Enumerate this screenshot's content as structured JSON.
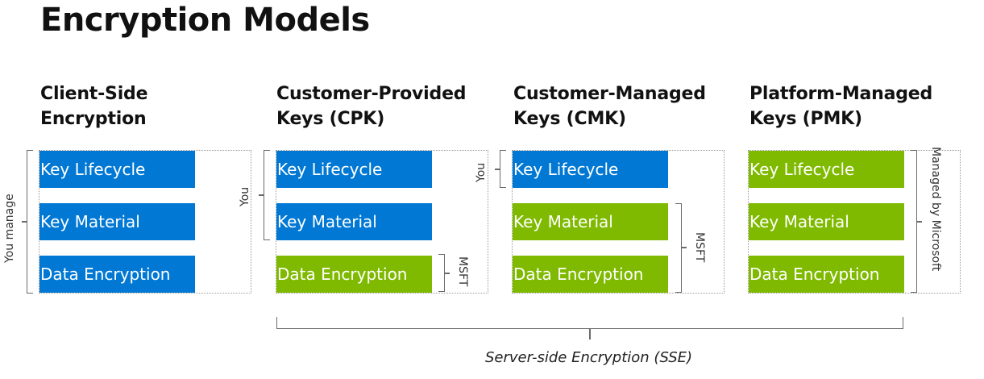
{
  "title": "Encryption Models",
  "columns": [
    {
      "title_line1": "Client-Side",
      "title_line2": "Encryption",
      "boxes": [
        "Key Lifecycle",
        "Key Material",
        "Data Encryption"
      ],
      "colors": [
        "blue",
        "blue",
        "blue"
      ],
      "labels": [
        "You manage"
      ]
    },
    {
      "title_line1": "Customer-Provided",
      "title_line2": "Keys (CPK)",
      "boxes": [
        "Key Lifecycle",
        "Key Material",
        "Data Encryption"
      ],
      "colors": [
        "blue",
        "blue",
        "green"
      ],
      "labels": [
        "You",
        "MSFT"
      ]
    },
    {
      "title_line1": "Customer-Managed",
      "title_line2": "Keys (CMK)",
      "boxes": [
        "Key Lifecycle",
        "Key Material",
        "Data Encryption"
      ],
      "colors": [
        "blue",
        "green",
        "green"
      ],
      "labels": [
        "You",
        "MSFT"
      ]
    },
    {
      "title_line1": "Platform-Managed",
      "title_line2": "Keys (PMK)",
      "boxes": [
        "Key Lifecycle",
        "Key Material",
        "Data Encryption"
      ],
      "colors": [
        "green",
        "green",
        "green"
      ],
      "labels": [
        "Managed by Microsoft"
      ]
    }
  ],
  "sse_label": "Server-side Encryption (SSE)",
  "palette": {
    "blue": "#0078d4",
    "green": "#7fba00"
  }
}
